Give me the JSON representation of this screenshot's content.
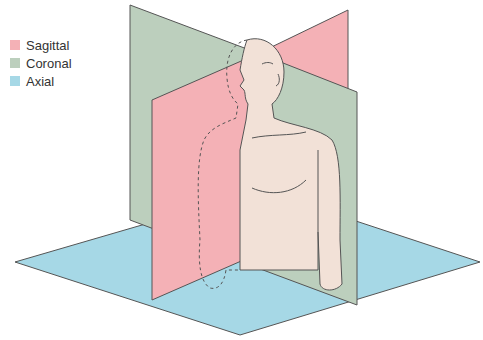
{
  "diagram": {
    "legend": [
      {
        "text": "Sagittal",
        "color": "#f4b1b6"
      },
      {
        "text": "Coronal",
        "color": "#bccfbd"
      },
      {
        "text": "Axial",
        "color": "#a6d8e6"
      }
    ]
  }
}
